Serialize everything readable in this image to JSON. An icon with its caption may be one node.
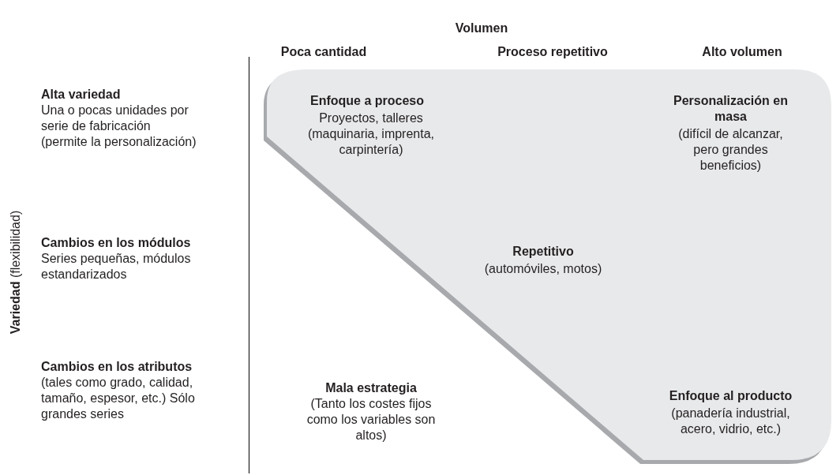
{
  "diagram": {
    "nodes": [
      {
        "text": [
          "Enfoque a proceso",
          "Proyectos, talleres (maquinaria, imprenta, carpintería)",
          "Personalización en masa",
          "(difícil de alcanzar, pero grandes beneficios)",
          "Repetitivo",
          "(automóviles, motos)",
          "Enfoque al producto",
          "(panadería industrial, acero, vidrio, etc.)"
        ]
      }
    ],
    "labels": [
      "Volumen",
      "Poca cantidad",
      "Proceso repetitivo",
      "Alto volumen",
      "Alta variedad",
      "Una o pocas unidades por serie de fabricación (permite la personalización)",
      "Cambios en los módulos",
      "Series pequeñas, módulos estandarizados",
      "Cambios en los atributos",
      "(tales como grado, calidad, tamaño, espesor, etc.) Sólo grandes series",
      "Mala estrategia",
      "(Tanto los costes fijos como los variables son altos)",
      "**Variedad** (flexibilidad)"
    ]
  }
}
